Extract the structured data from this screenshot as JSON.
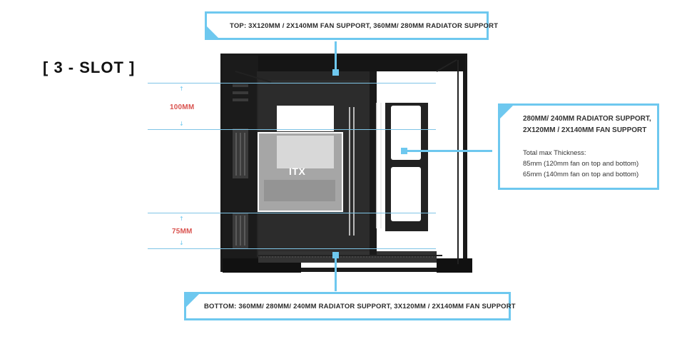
{
  "slot_title": "[ 3 - SLOT ]",
  "top_callout": "TOP: 3X120MM / 2X140MM FAN SUPPORT, 360MM/ 280MM RADIATOR SUPPORT",
  "bottom_callout": "BOTTOM: 360MM/ 280MM/ 240MM RADIATOR SUPPORT, 3X120MM / 2X140MM FAN SUPPORT",
  "right_callout": {
    "line1": "280MM/ 240MM RADIATOR SUPPORT,",
    "line2": "2X120MM / 2X140MM FAN SUPPORT",
    "thickness_title": "Total max Thickness:",
    "thickness_1": "85mm (120mm fan on top and bottom)",
    "thickness_2": "65mm (140mm fan on top and bottom)"
  },
  "dimensions": {
    "upper": "100MM",
    "lower": "75MM"
  },
  "board_label": "ITX",
  "colors": {
    "accent": "#6ec8ef",
    "dimension": "#d9534f",
    "case": "#141414"
  }
}
